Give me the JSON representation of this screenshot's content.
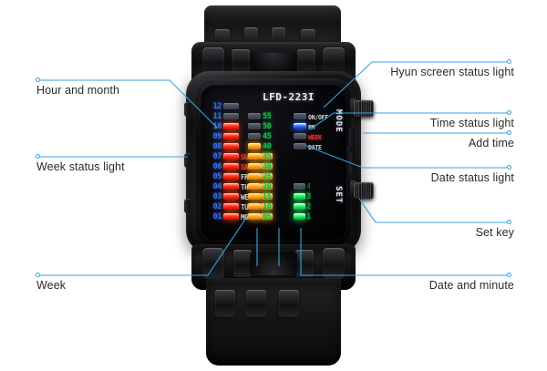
{
  "page": {
    "title": "LED watch feature callout diagram",
    "background": "#ffffff",
    "accent": "#34a3e0",
    "text_color": "#2b2b2b"
  },
  "annotations": [
    {
      "id": "hour-and-month",
      "label": "Hour and month",
      "side": "left"
    },
    {
      "id": "week-status-light",
      "label": "Week status light",
      "side": "left"
    },
    {
      "id": "week",
      "label": "Week",
      "side": "left"
    },
    {
      "id": "hyun-screen-status",
      "label": "Hyun screen status light",
      "side": "right"
    },
    {
      "id": "time-status-light",
      "label": "Time status light",
      "side": "right"
    },
    {
      "id": "add-time",
      "label": "Add time",
      "side": "right"
    },
    {
      "id": "date-status-light",
      "label": "Date status light",
      "side": "right"
    },
    {
      "id": "set-key",
      "label": "Set key",
      "side": "right"
    },
    {
      "id": "date-and-minute",
      "label": "Date and minute",
      "side": "right"
    }
  ],
  "watch": {
    "brand_logo": "LFD-223I",
    "mode_key_label": "MODE",
    "set_key_label": "SET",
    "display": {
      "hours": [
        {
          "value": "12",
          "led": "off"
        },
        {
          "value": "11",
          "led": "off"
        },
        {
          "value": "10",
          "led": "red"
        },
        {
          "value": "09",
          "led": "red"
        },
        {
          "value": "08",
          "led": "red"
        },
        {
          "value": "07",
          "led": "red"
        },
        {
          "value": "06",
          "led": "red"
        },
        {
          "value": "05",
          "led": "red"
        },
        {
          "value": "04",
          "led": "red"
        },
        {
          "value": "03",
          "led": "red"
        },
        {
          "value": "02",
          "led": "red"
        },
        {
          "value": "01",
          "led": "red"
        }
      ],
      "weekdays": [
        {
          "value": "SUN",
          "led": "orange",
          "weekend": true
        },
        {
          "value": "SAT",
          "led": "orange",
          "weekend": true
        },
        {
          "value": "FRI",
          "led": "orange",
          "weekend": false
        },
        {
          "value": "THU",
          "led": "orange",
          "weekend": false
        },
        {
          "value": "WED",
          "led": "orange",
          "weekend": false
        },
        {
          "value": "TUE",
          "led": "orange",
          "weekend": false
        },
        {
          "value": "MON",
          "led": "orange",
          "weekend": false
        }
      ],
      "minutes": [
        {
          "value": "55",
          "led": "off"
        },
        {
          "value": "50",
          "led": "off"
        },
        {
          "value": "45",
          "led": "off"
        },
        {
          "value": "40",
          "led": "orange"
        },
        {
          "value": "35",
          "led": "orange"
        },
        {
          "value": "30",
          "led": "orange"
        },
        {
          "value": "25",
          "led": "orange"
        },
        {
          "value": "20",
          "led": "orange"
        },
        {
          "value": "15",
          "led": "orange"
        },
        {
          "value": "10",
          "led": "orange"
        },
        {
          "value": "05",
          "led": "orange"
        }
      ],
      "status_lights": [
        {
          "value": "ON/OFF",
          "led": "off",
          "highlight": false
        },
        {
          "value": "PM",
          "led": "blue",
          "highlight": false
        },
        {
          "value": "WEEK",
          "led": "off",
          "highlight": true
        },
        {
          "value": "DATE",
          "led": "off",
          "highlight": false
        }
      ],
      "single_minutes": [
        {
          "value": "4",
          "led": "off"
        },
        {
          "value": "3",
          "led": "green"
        },
        {
          "value": "2",
          "led": "green"
        },
        {
          "value": "1",
          "led": "green"
        }
      ]
    }
  }
}
